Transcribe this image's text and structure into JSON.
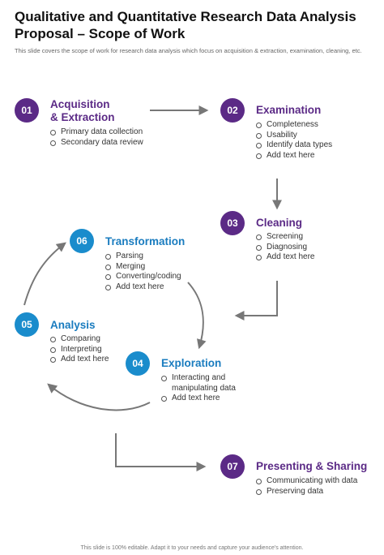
{
  "slide": {
    "title": "Qualitative and Quantitative Research Data Analysis Proposal – Scope of Work",
    "subtitle": "This slide covers the scope of work for research data analysis which focus on acquisition & extraction, examination, cleaning, etc.",
    "footer": "This slide is 100% editable. Adapt it to your needs and capture your audience's attention."
  },
  "steps": [
    {
      "num": "01",
      "title": "Acquisition\n& Extraction",
      "items": [
        "Primary data collection",
        "Secondary data review"
      ]
    },
    {
      "num": "02",
      "title": "Examination",
      "items": [
        "Completeness",
        "Usability",
        "Identify data types",
        "Add text here"
      ]
    },
    {
      "num": "03",
      "title": "Cleaning",
      "items": [
        "Screening",
        "Diagnosing",
        "Add text here"
      ]
    },
    {
      "num": "04",
      "title": "Exploration",
      "items": [
        "Interacting and manipulating data",
        "Add text here"
      ]
    },
    {
      "num": "05",
      "title": "Analysis",
      "items": [
        "Comparing",
        "Interpreting",
        "Add text here"
      ]
    },
    {
      "num": "06",
      "title": "Transformation",
      "items": [
        "Parsing",
        "Merging",
        "Converting/coding",
        "Add text here"
      ]
    },
    {
      "num": "07",
      "title": "Presenting & Sharing",
      "items": [
        "Communicating with data",
        "Preserving data"
      ]
    }
  ],
  "colors": {
    "purple": "#5b2a86",
    "blue": "#1a8ccc",
    "arrow": "#777777"
  }
}
